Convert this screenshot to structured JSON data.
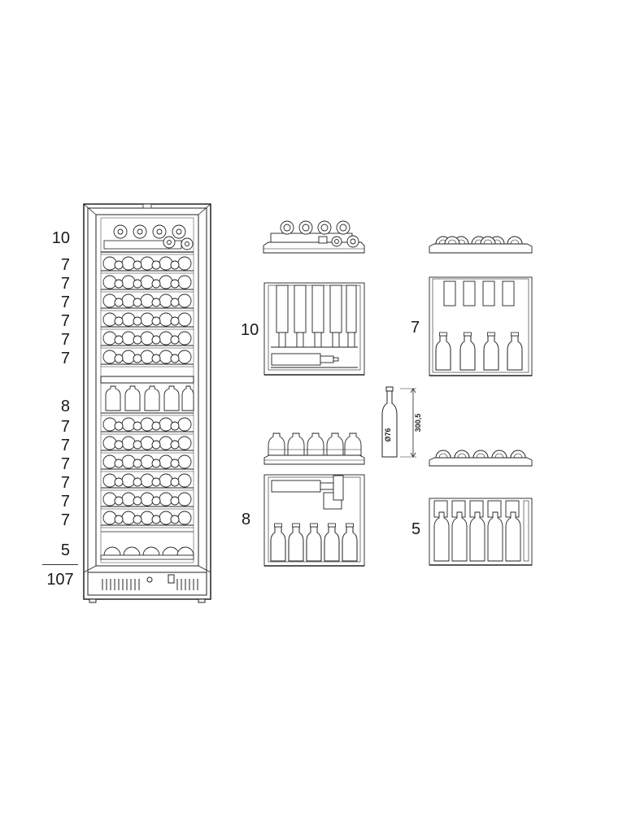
{
  "cabinet": {
    "shelf_counts": [
      "10",
      "7",
      "7",
      "7",
      "7",
      "7",
      "7",
      "8",
      "7",
      "7",
      "7",
      "7",
      "7",
      "7",
      "5"
    ],
    "total": "107"
  },
  "shelf_types": {
    "type_10": "10",
    "type_7": "7",
    "type_8": "8",
    "type_5": "5"
  },
  "bottle": {
    "diameter": "Ø76",
    "height": "300,5"
  }
}
